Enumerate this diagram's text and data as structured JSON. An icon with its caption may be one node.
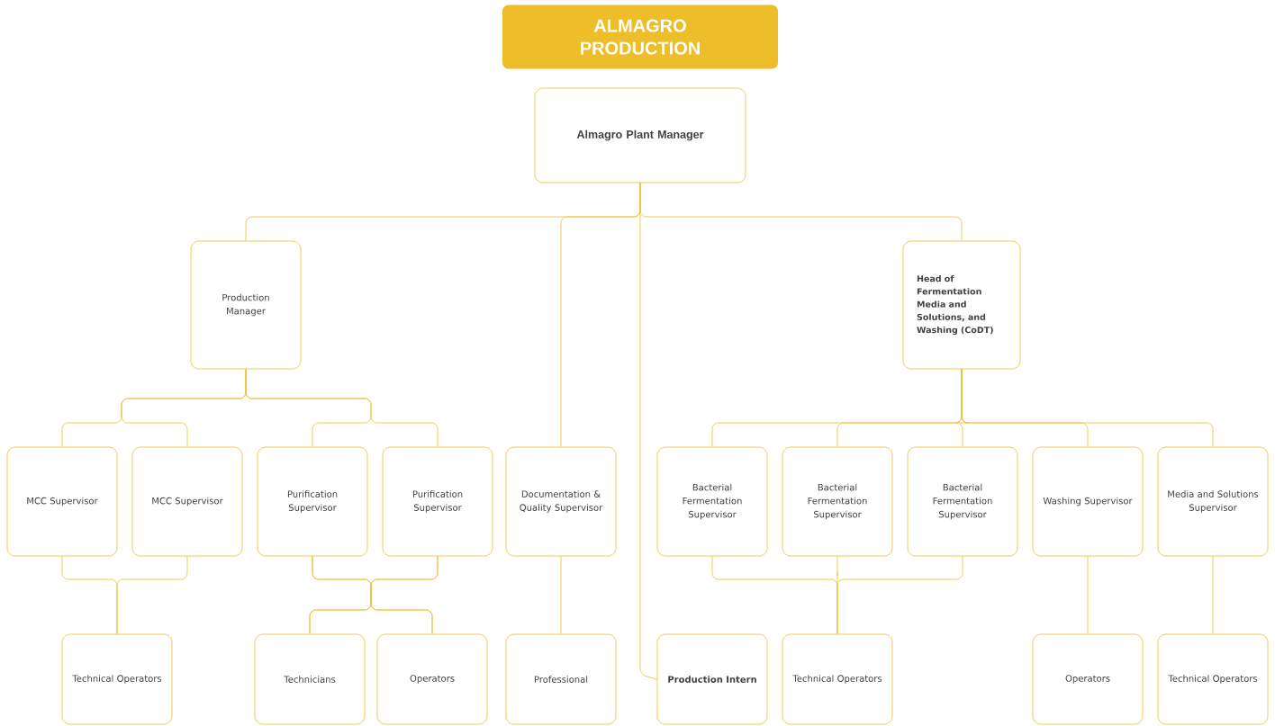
{
  "diagram": {
    "title": "ALMAGRO PRODUCTION",
    "nodes": [
      {
        "text": [
          "Almagro Plant Manager"
        ]
      },
      {
        "text": [
          "Production Manager"
        ]
      },
      {
        "text": [
          "Head of Fermentation Media and Solutions, and Washing (CoDT)"
        ]
      },
      {
        "text": [
          "MCC Supervisor"
        ]
      },
      {
        "text": [
          "MCC Supervisor"
        ]
      },
      {
        "text": [
          "Purification Supervisor"
        ]
      },
      {
        "text": [
          "Purification Supervisor"
        ]
      },
      {
        "text": [
          "Documentation & Quality Supervisor"
        ]
      },
      {
        "text": [
          "Bacterial Fermentation Supervisor"
        ]
      },
      {
        "text": [
          "Bacterial Fermentation Supervisor"
        ]
      },
      {
        "text": [
          "Bacterial Fermentation Supervisor"
        ]
      },
      {
        "text": [
          "Washing Supervisor"
        ]
      },
      {
        "text": [
          "Media and Solutions Supervisor"
        ]
      },
      {
        "text": [
          "Technical Operators"
        ]
      },
      {
        "text": [
          "Technicians"
        ]
      },
      {
        "text": [
          "Operators"
        ]
      },
      {
        "text": [
          "Professional"
        ]
      },
      {
        "text": [
          "Production Intern"
        ]
      },
      {
        "text": [
          "Technical Operators"
        ]
      },
      {
        "text": [
          "Operators"
        ]
      },
      {
        "text": [
          "Technical Operators"
        ]
      }
    ],
    "edges": [
      {
        "from": 0,
        "to": 1,
        "arrow": "none"
      },
      {
        "from": 0,
        "to": 7,
        "arrow": "none"
      },
      {
        "from": 0,
        "to": 17,
        "arrow": "none"
      },
      {
        "from": 0,
        "to": 2,
        "arrow": "none"
      },
      {
        "from": 1,
        "to": 3,
        "arrow": "none"
      },
      {
        "from": 1,
        "to": 4,
        "arrow": "none"
      },
      {
        "from": 1,
        "to": 5,
        "arrow": "none"
      },
      {
        "from": 1,
        "to": 6,
        "arrow": "none"
      },
      {
        "from": 2,
        "to": 8,
        "arrow": "none"
      },
      {
        "from": 2,
        "to": 9,
        "arrow": "none"
      },
      {
        "from": 2,
        "to": 10,
        "arrow": "none"
      },
      {
        "from": 2,
        "to": 11,
        "arrow": "none"
      },
      {
        "from": 2,
        "to": 12,
        "arrow": "none"
      },
      {
        "from": 3,
        "to": 13,
        "arrow": "none"
      },
      {
        "from": 4,
        "to": 13,
        "arrow": "none"
      },
      {
        "from": 5,
        "to": 14,
        "arrow": "none"
      },
      {
        "from": 5,
        "to": 15,
        "arrow": "none"
      },
      {
        "from": 6,
        "to": 14,
        "arrow": "none"
      },
      {
        "from": 6,
        "to": 15,
        "arrow": "none"
      },
      {
        "from": 7,
        "to": 16,
        "arrow": "none"
      },
      {
        "from": 8,
        "to": 18,
        "arrow": "none"
      },
      {
        "from": 9,
        "to": 18,
        "arrow": "none"
      },
      {
        "from": 10,
        "to": 18,
        "arrow": "none"
      },
      {
        "from": 11,
        "to": 19,
        "arrow": "none"
      },
      {
        "from": 12,
        "to": 20,
        "arrow": "none"
      }
    ]
  }
}
